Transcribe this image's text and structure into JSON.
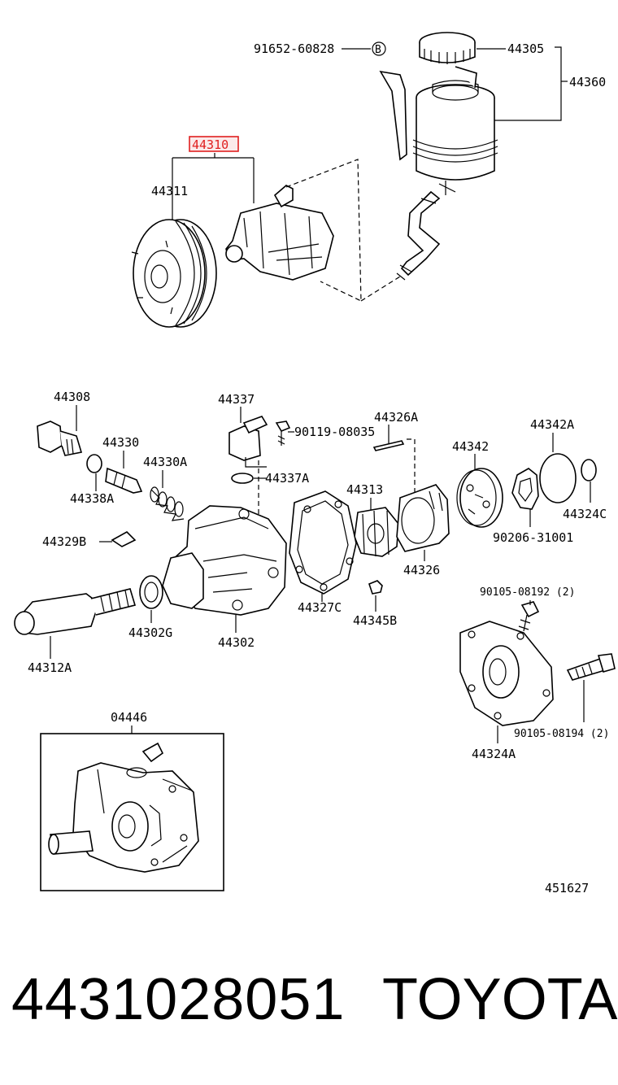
{
  "labels": {
    "l91652": "91652-60828",
    "lB": "B",
    "l44305": "44305",
    "l44360": "44360",
    "l44310": "44310",
    "l44311": "44311",
    "l44308": "44308",
    "l44337": "44337",
    "l90119": "90119-08035",
    "l44326A": "44326A",
    "l44342A": "44342A",
    "l44330": "44330",
    "l44330A": "44330A",
    "l44342": "44342",
    "l44338A": "44338A",
    "l44337A": "44337A",
    "l44313": "44313",
    "l44324C": "44324C",
    "l90206": "90206-31001",
    "l44329B": "44329B",
    "l44326": "44326",
    "l90105a": "90105-08192 (2)",
    "l44302G": "44302G",
    "l44327C": "44327C",
    "l44345B": "44345B",
    "l44302": "44302",
    "l44312A": "44312A",
    "l90105b": "90105-08194 (2)",
    "l44324A": "44324A",
    "l04446": "04446",
    "l451627": "451627"
  },
  "highlight_color": "#e02020",
  "footer": {
    "part_number": "4431028051",
    "brand": "TOYOTA"
  }
}
